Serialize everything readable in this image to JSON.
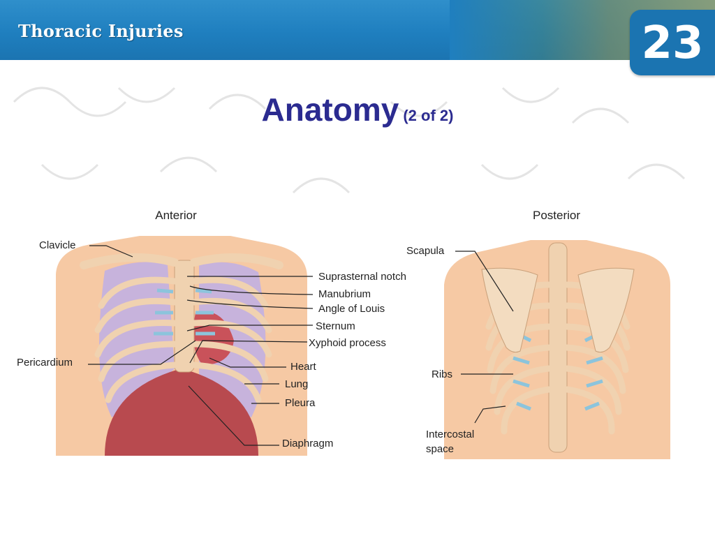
{
  "header": {
    "deck_title": "Thoracic Injuries",
    "chapter_number": "23"
  },
  "slide": {
    "title": "Anatomy",
    "title_suffix": "(2 of 2)"
  },
  "figure": {
    "anterior": {
      "view_label": "Anterior",
      "labels": {
        "clavicle": "Clavicle",
        "suprasternal_notch": "Suprasternal notch",
        "manubrium": "Manubrium",
        "angle_of_louis": "Angle of Louis",
        "sternum": "Sternum",
        "xyphoid_process": "Xyphoid process",
        "pericardium": "Pericardium",
        "heart": "Heart",
        "lung": "Lung",
        "pleura": "Pleura",
        "diaphragm": "Diaphragm"
      }
    },
    "posterior": {
      "view_label": "Posterior",
      "labels": {
        "scapula": "Scapula",
        "ribs": "Ribs",
        "intercostal_line1": "Intercostal",
        "intercostal_line2": "space"
      }
    }
  },
  "colors": {
    "header_blue": "#1f7fbf",
    "title_navy": "#2b2b90",
    "skin": "#f6c9a4",
    "bone": "#f0d2b0",
    "lung_purple": "#c7b3dc",
    "heart_red": "#c9525a",
    "intercostal_blue": "#8cc4dc"
  }
}
